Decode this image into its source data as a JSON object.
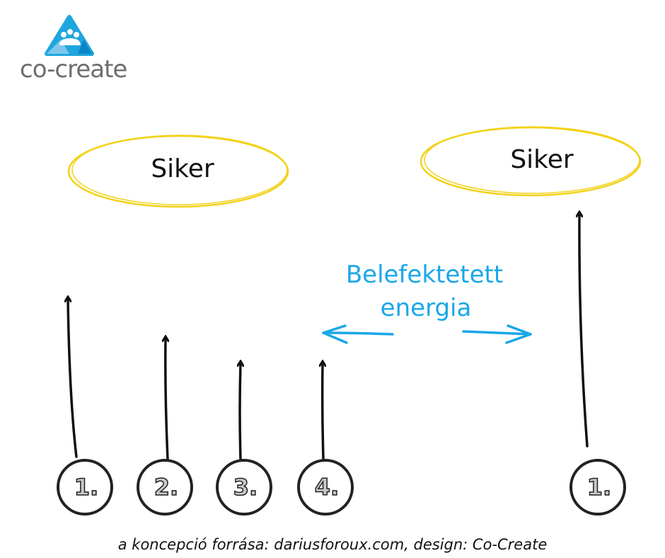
{
  "logo": {
    "text": "co-create"
  },
  "left": {
    "goal": "Siker",
    "steps": [
      "1.",
      "2.",
      "3.",
      "4."
    ]
  },
  "right": {
    "goal": "Siker",
    "steps": [
      "1."
    ]
  },
  "energy_label": {
    "line1": "Belefektetett",
    "line2": "energia"
  },
  "footer": "a koncepció forrása: dariusforoux.com, design: Co-Create",
  "colors": {
    "accent": "#1aa7e8",
    "goal_outline": "#f2d21a",
    "ink": "#111111"
  }
}
